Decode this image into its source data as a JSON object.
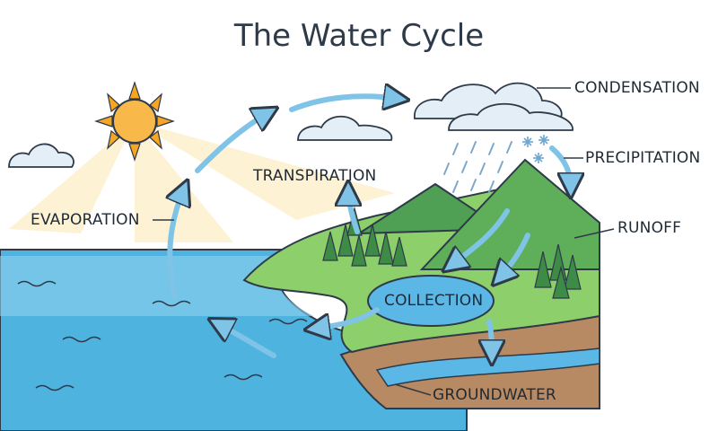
{
  "title": "The Water Cycle",
  "labels": {
    "condensation": "CONDENSATION",
    "precipitation": "PRECIPITATION",
    "transpiration": "TRANSPIRATION",
    "evaporation": "EVAPORATION",
    "runoff": "RUNOFF",
    "collection": "COLLECTION",
    "groundwater": "GROUNDWATER"
  },
  "colors": {
    "ocean": "#4fb3e0",
    "ocean_light": "#a9dcf3",
    "land_green": "#8ccf6b",
    "mountain": "#5fae5a",
    "soil": "#b88a63",
    "groundwater": "#5bb7e6",
    "sun": "#f6a623",
    "arrow": "#7fc3e6",
    "cloud": "#e3eef7"
  },
  "icons": [
    "sun-icon",
    "cloud-icon",
    "tree-icon",
    "snowflake-icon",
    "raindrop-icon",
    "arrow-icon",
    "wave-icon"
  ]
}
